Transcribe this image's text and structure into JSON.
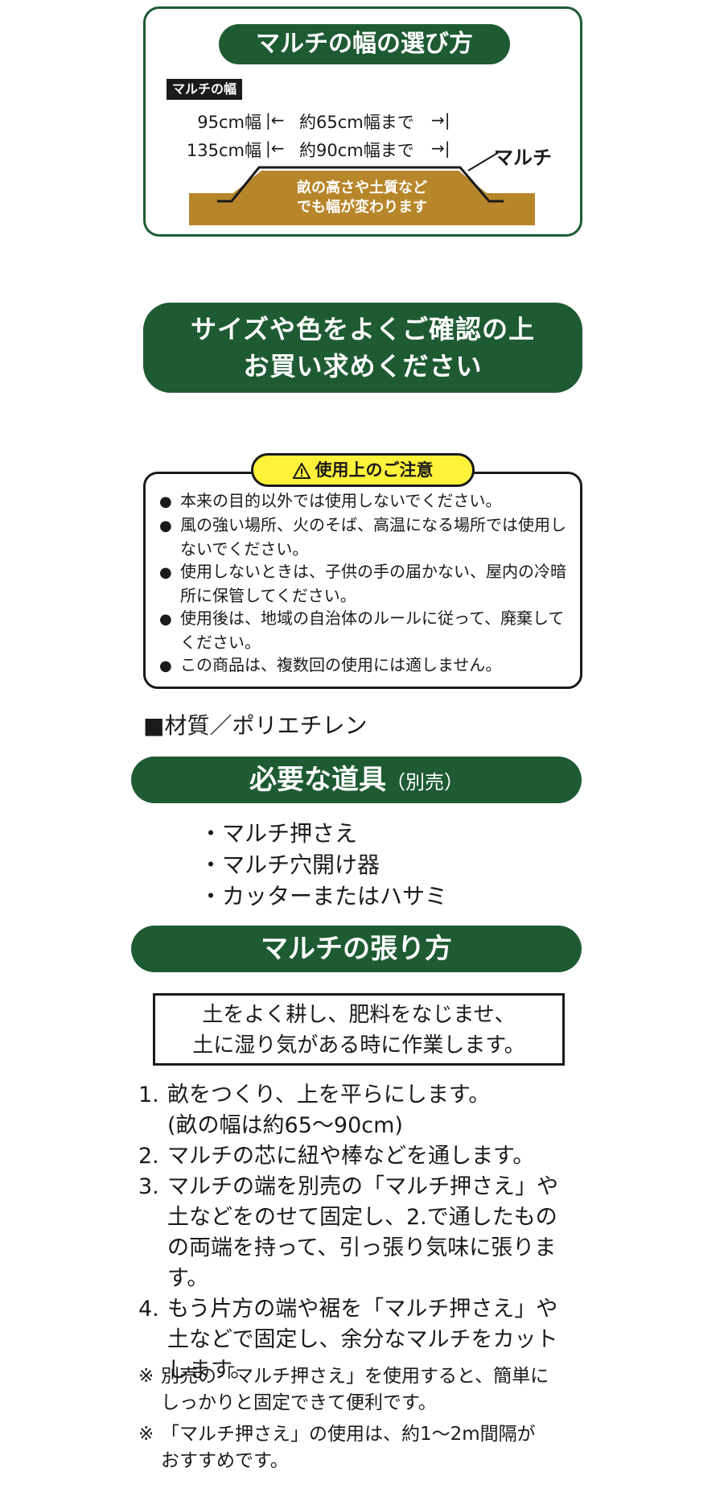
{
  "width_section": {
    "title": "マルチの幅の選び方",
    "tag": "マルチの幅",
    "rows": [
      {
        "label": "95cm幅",
        "distance": "約65cm幅まで"
      },
      {
        "label": "135cm幅",
        "distance": "約90cm幅まで"
      }
    ],
    "mulch_label": "マルチ",
    "diagram_text_1": "畝の高さや土質など",
    "diagram_text_2": "でも幅が変わります",
    "colors": {
      "green": "#1e5b33",
      "soil": "#b8862a"
    }
  },
  "notice": {
    "line1": "サイズや色をよくご確認の上",
    "line2": "お買い求めください"
  },
  "caution": {
    "title": "使用上のご注意",
    "icon": "warning-triangle-icon",
    "items": [
      "本来の目的以外では使用しないでください。",
      "風の強い場所、火のそば、高温になる場所では使用しないでください。",
      "使用しないときは、子供の手の届かない、屋内の冷暗所に保管してください。",
      "使用後は、地域の自治体のルールに従って、廃棄してください。",
      "この商品は、複数回の使用には適しません。"
    ]
  },
  "material": "■材質／ポリエチレン",
  "tools": {
    "title": "必要な道具",
    "subtitle": "（別売）",
    "items": [
      "・マルチ押さえ",
      "・マルチ穴開け器",
      "・カッターまたはハサミ"
    ]
  },
  "method": {
    "title": "マルチの張り方",
    "prep_line1": "土をよく耕し、肥料をなじませ、",
    "prep_line2": "土に湿り気がある時に作業します。",
    "steps": [
      {
        "num": "1.",
        "lines": [
          "畝をつくり、上を平らにします。",
          "(畝の幅は約65〜90cm)"
        ]
      },
      {
        "num": "2.",
        "lines": [
          "マルチの芯に紐や棒などを通します。"
        ]
      },
      {
        "num": "3.",
        "lines": [
          "マルチの端を別売の「マルチ押さえ」や",
          "土などをのせて固定し、2.で通したもの",
          "の両端を持って、引っ張り気味に張ります。"
        ]
      },
      {
        "num": "4.",
        "lines": [
          "もう片方の端や裾を「マルチ押さえ」や",
          "土などで固定し、余分なマルチをカット",
          "します。"
        ]
      }
    ],
    "notes": [
      {
        "mark": "※",
        "lines": [
          "別売の「マルチ押さえ」を使用すると、簡単に",
          "しっかりと固定できて便利です。"
        ]
      },
      {
        "mark": "※",
        "lines": [
          "「マルチ押さえ」の使用は、約1〜2m間隔が",
          "おすすめです。"
        ]
      }
    ]
  }
}
